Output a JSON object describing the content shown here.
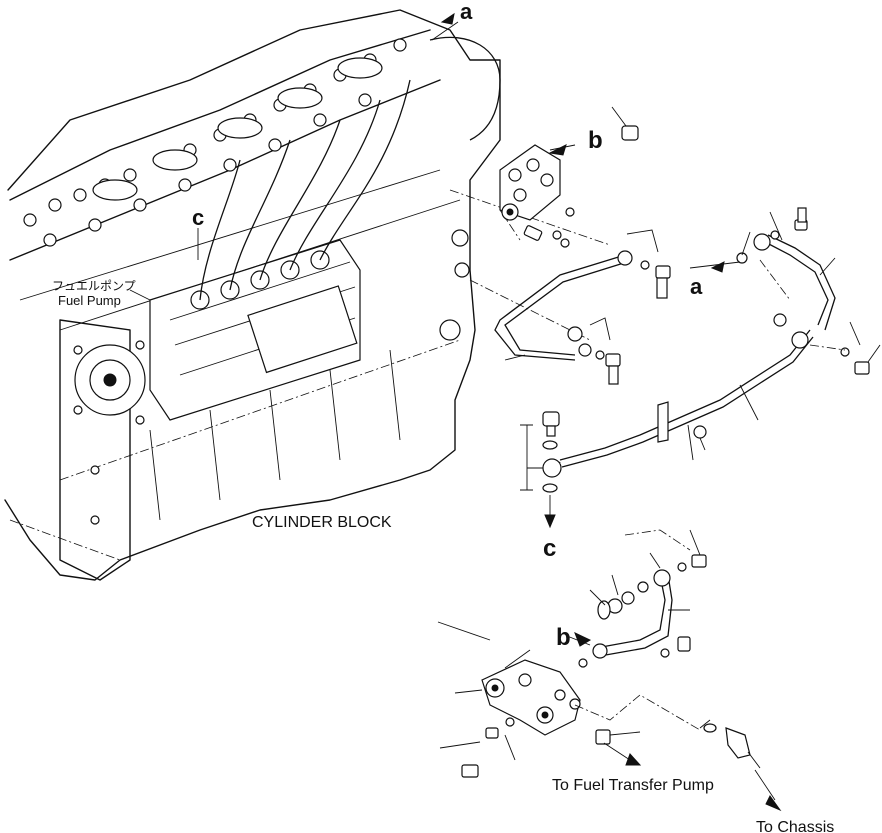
{
  "labels": {
    "cylinder_block": "CYLINDER BLOCK",
    "fuel_pump_jp": "フュエルポンプ",
    "fuel_pump_en": "Fuel Pump",
    "to_fuel_transfer_pump": "To Fuel Transfer Pump",
    "to_chassis": "To Chassis"
  },
  "connection_refs": {
    "a_top": "a",
    "a_mid": "a",
    "b_top": "b",
    "b_bottom": "b",
    "c_engine": "c",
    "c_pipe": "c"
  },
  "colors": {
    "line": "#111111",
    "background": "#ffffff"
  }
}
